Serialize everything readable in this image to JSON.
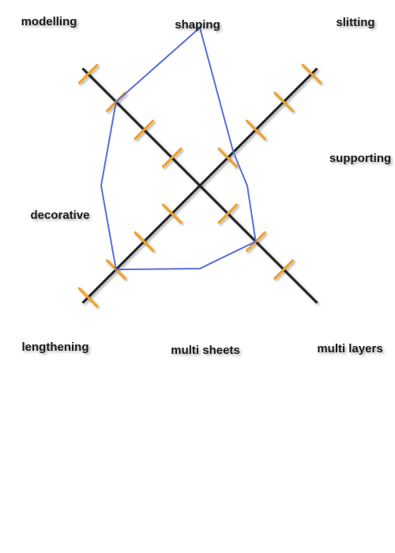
{
  "colors": {
    "axis": "#222222",
    "tick": "#f0a020",
    "polygon": "#5a6fd8",
    "label": "#1a1a1a"
  },
  "chart_data": {
    "type": "radar",
    "max_level": 4,
    "axes": [
      {
        "label": "shaping",
        "value": 4.0,
        "ticks": 4
      },
      {
        "label": "slitting",
        "value": 1.2,
        "ticks": 4
      },
      {
        "label": "supporting",
        "value": 1.2,
        "ticks": 3
      },
      {
        "label": "multi layers",
        "value": 2.0,
        "ticks": 3
      },
      {
        "label": "multi sheets",
        "value": 2.1,
        "ticks": 3
      },
      {
        "label": "lengthening",
        "value": 3.0,
        "ticks": 4
      },
      {
        "label": "decorative",
        "value": 2.5,
        "ticks": 3
      },
      {
        "label": "modelling",
        "value": 3.0,
        "ticks": 4
      }
    ]
  }
}
